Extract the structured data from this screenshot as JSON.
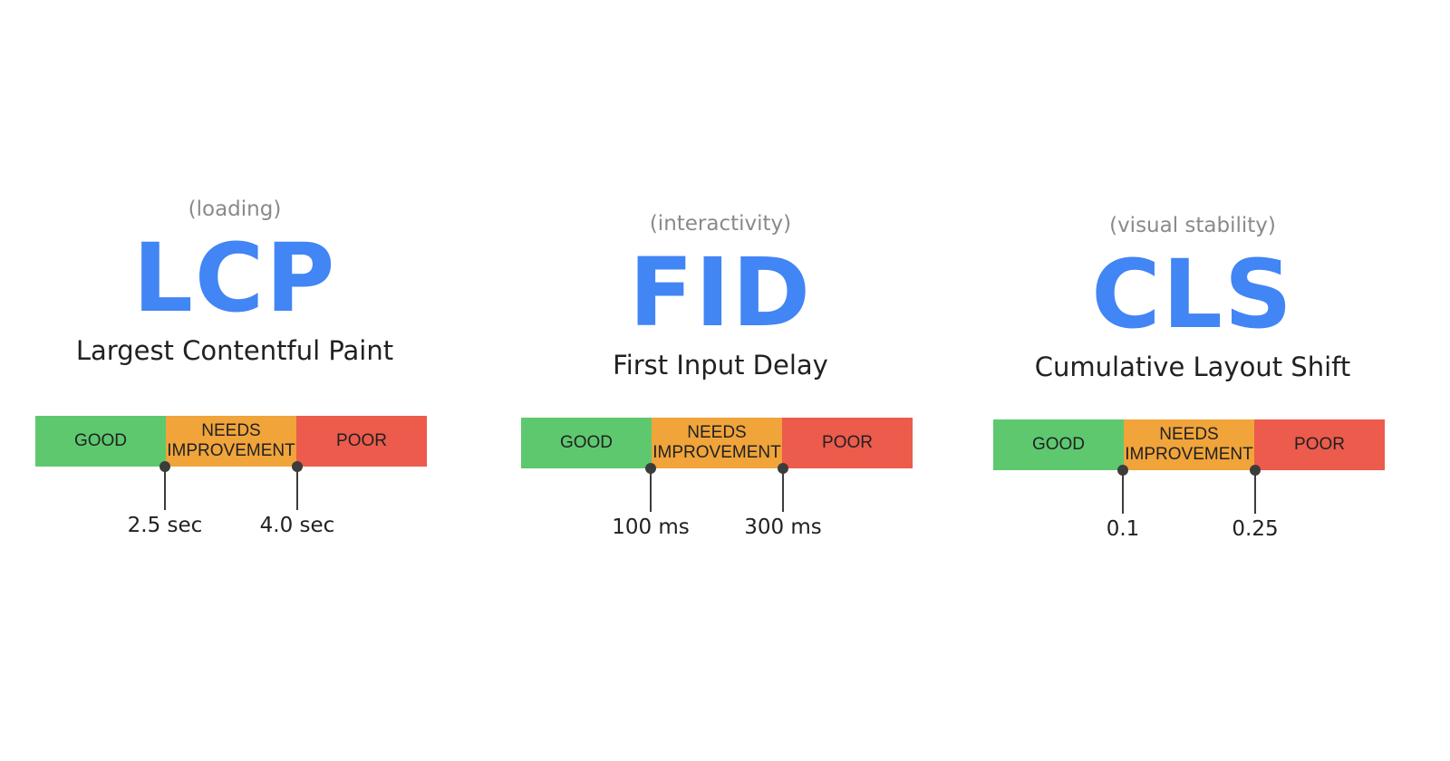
{
  "colors": {
    "accent": "#4285f4",
    "good": "#5ec86f",
    "needs_improvement": "#f0a43a",
    "poor": "#ec5b4b"
  },
  "metrics": [
    {
      "category": "(loading)",
      "acronym": "LCP",
      "name": "Largest Contentful Paint",
      "segments": {
        "good": "GOOD",
        "needs": "NEEDS\nIMPROVEMENT",
        "poor": "POOR"
      },
      "thresholds": [
        "2.5 sec",
        "4.0 sec"
      ]
    },
    {
      "category": "(interactivity)",
      "acronym": "FID",
      "name": "First Input Delay",
      "segments": {
        "good": "GOOD",
        "needs": "NEEDS\nIMPROVEMENT",
        "poor": "POOR"
      },
      "thresholds": [
        "100 ms",
        "300 ms"
      ]
    },
    {
      "category": "(visual stability)",
      "acronym": "CLS",
      "name": "Cumulative Layout Shift",
      "segments": {
        "good": "GOOD",
        "needs": "NEEDS\nIMPROVEMENT",
        "poor": "POOR"
      },
      "thresholds": [
        "0.1",
        "0.25"
      ]
    }
  ]
}
